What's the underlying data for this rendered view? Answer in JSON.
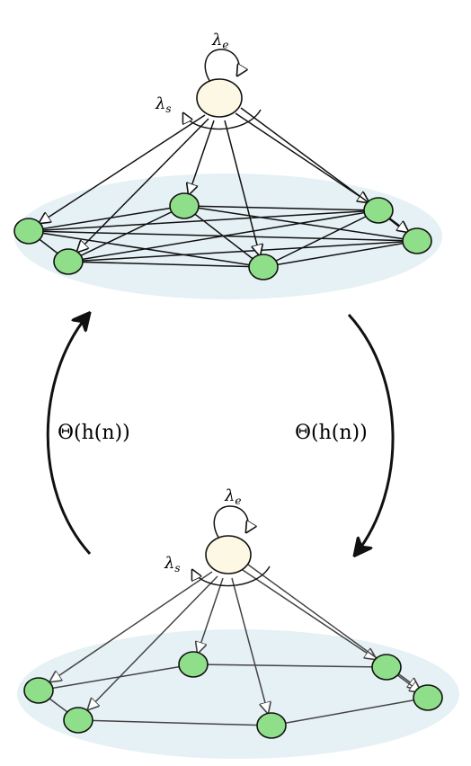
{
  "labels": {
    "top_lambda_e": "λ",
    "top_lambda_e_sub": "e",
    "top_lambda_s": "λ",
    "top_lambda_s_sub": "s",
    "bottom_lambda_e": "λ",
    "bottom_lambda_e_sub": "e",
    "bottom_lambda_s": "λ",
    "bottom_lambda_s_sub": "s",
    "left_theta": "Θ(h(n))",
    "right_theta": "Θ(h(n))"
  },
  "colors": {
    "hub_fill": "#fdf8e4",
    "node_fill": "#8fdf8a",
    "ellipse_fill": "#e6f1f5",
    "edge": "#111111",
    "edge_light": "#444444"
  }
}
